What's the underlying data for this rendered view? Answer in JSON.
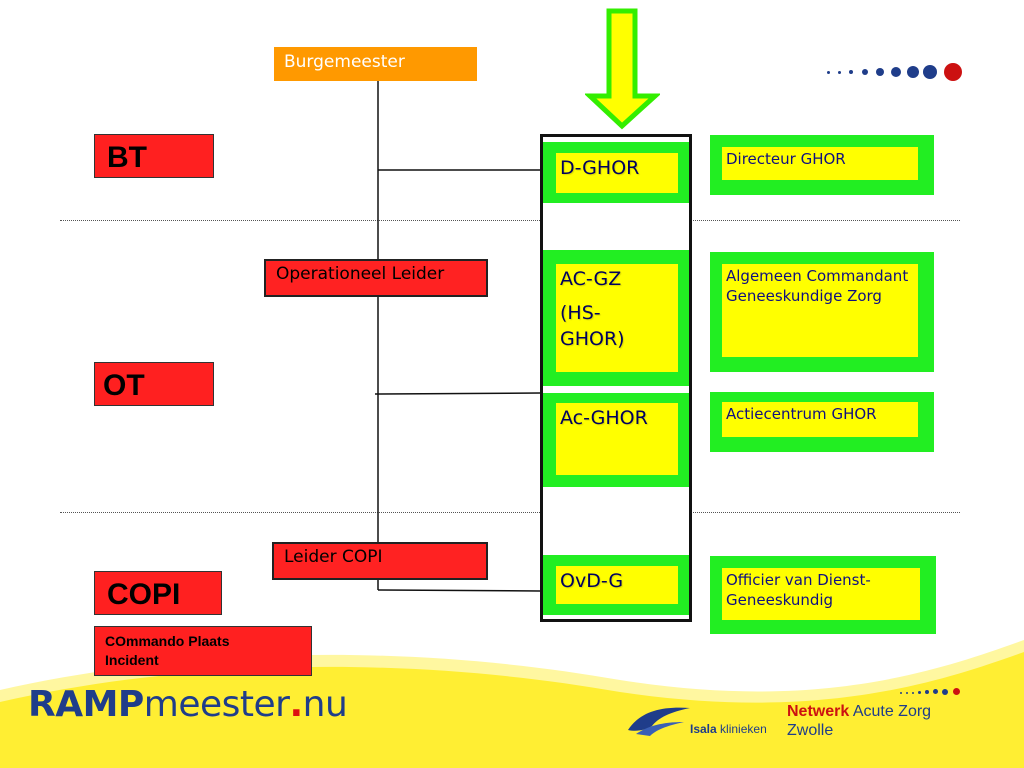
{
  "labels": {
    "bt": "BT",
    "ot": "OT",
    "copi": "COPI",
    "copi_desc": "COmmando Plaats Incident"
  },
  "nodes": {
    "burgemeester": "Burgemeester",
    "operationeel_leider": "Operationeel Leider",
    "leider_copi": "Leider COPI"
  },
  "middle": {
    "d_ghor": "D-GHOR",
    "ac_gz": "AC-GZ",
    "hs_ghor": "(HS-GHOR)",
    "ac_ghor": "Ac-GHOR",
    "ovd_g": "OvD-G"
  },
  "right": {
    "directeur": "Directeur GHOR",
    "algemeen": "Algemeen Commandant Geneeskundige Zorg",
    "actiecentrum": "Actiecentrum GHOR",
    "officier": "Officier van Dienst-Geneeskundig"
  },
  "branding": {
    "ramp_bold": "RAMP",
    "ramp_rest": "meester",
    "ramp_dot": ".",
    "ramp_tld": "nu",
    "isala_bold": "Isala",
    "isala_rest": "klinieken",
    "netwerk_red": "Netwerk",
    "netwerk_blue": "Acute Zorg",
    "zwolle": "Zwolle"
  },
  "colors": {
    "red": "#ff2020",
    "green": "#22ee22",
    "yellow": "#ffff00",
    "orange": "#ff9900",
    "navy": "#1f3d8a",
    "accent_red": "#cc1111"
  }
}
